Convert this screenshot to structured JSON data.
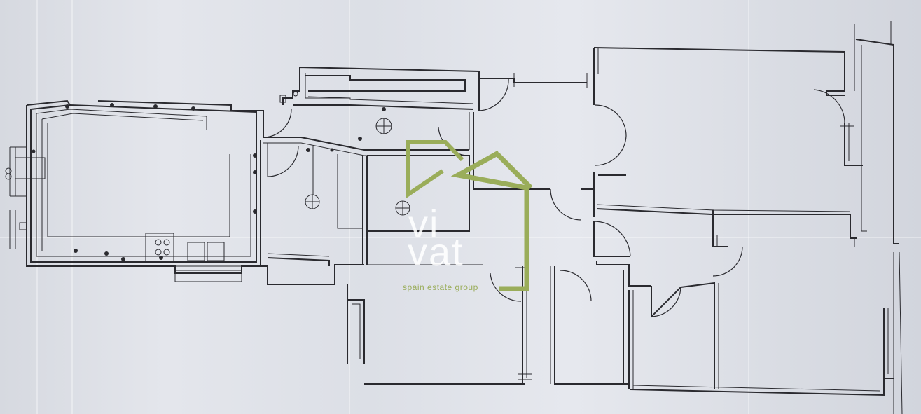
{
  "watermark": {
    "line1": "vi",
    "line2": "vat",
    "tagline": "spain estate group",
    "brand_color": "#9aad5a",
    "text_color": "#ffffff"
  },
  "colors": {
    "ink": "#2a2a2f",
    "paper": "#dcdfe6"
  }
}
